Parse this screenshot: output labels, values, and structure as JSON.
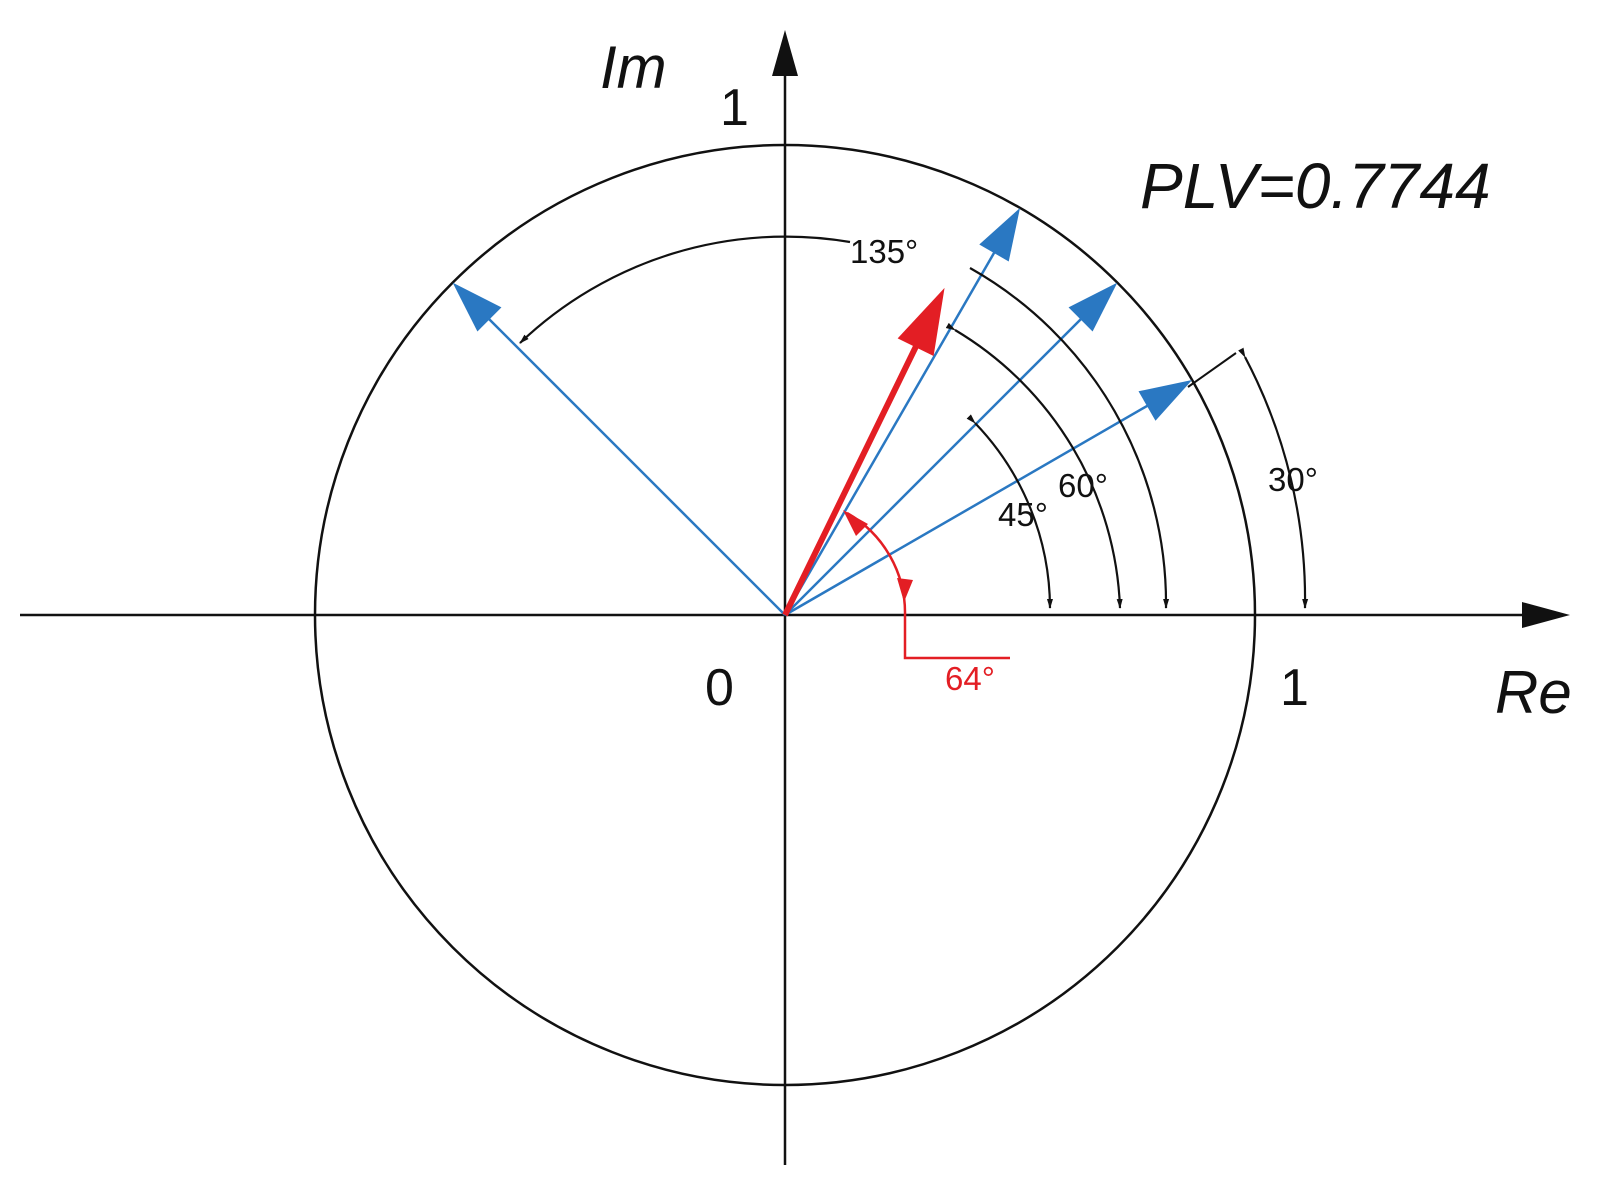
{
  "plot": {
    "real_axis_label": "Re",
    "imag_axis_label": "Im",
    "origin_label": "0",
    "real_unit_label": "1",
    "imag_unit_label": "1",
    "plv_text": "PLV=0.7744"
  },
  "vectors": [
    {
      "angle_deg": 30,
      "magnitude": 1,
      "color": "#2a78c2",
      "label": "30°"
    },
    {
      "angle_deg": 45,
      "magnitude": 1,
      "color": "#2a78c2",
      "label": "45°"
    },
    {
      "angle_deg": 60,
      "magnitude": 1,
      "color": "#2a78c2",
      "label": "60°"
    },
    {
      "angle_deg": 135,
      "magnitude": 1,
      "color": "#2a78c2",
      "label": "135°"
    }
  ],
  "mean_vector": {
    "angle_deg": 64,
    "magnitude": 0.7744,
    "color": "#e31e24",
    "label": "64°"
  },
  "colors": {
    "axes": "#111111",
    "circle": "#111111",
    "angle_arc": "#111111"
  }
}
